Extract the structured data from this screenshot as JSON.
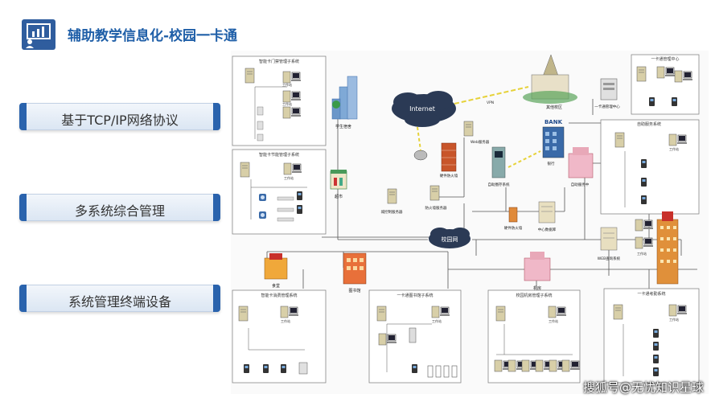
{
  "header": {
    "title": "辅助教学信息化-校园一卡通"
  },
  "features": [
    "基于TCP/IP网络协议",
    "多系统综合管理",
    "系统管理终端设备"
  ],
  "diagram": {
    "internet": "Internet",
    "campus_net": "校园网",
    "vpn": "VPN",
    "other_campus": "其他校区",
    "student_dorm": "学生宿舍",
    "supermarket": "超市",
    "canteen": "食堂",
    "library": "图书馆",
    "machine_room": "机房",
    "bank": "BANK",
    "bank_label": "银行",
    "web_server": "Web服务器",
    "firewall_h": "硬件防火墙",
    "city_server": "城控制服务器",
    "firewall_server": "防火墙服务器",
    "self_service_terminal": "自助圈存系统",
    "self_service_center": "自助服务中",
    "hw_firewall": "硬件防火墙",
    "data_center": "中心数据库",
    "mgmt_center_node": "一卡通管理中心",
    "web_query": "WEB查询系统",
    "workstation": "工作站",
    "subsystems": {
      "door": "智能卡门禁管理子系统",
      "water": "智能卡节能管理子系统",
      "consume": "智能卡消费管理系统",
      "library": "一卡通图书馆子系统",
      "lab": "校园机房管理子系统",
      "center": "一卡通管理中心",
      "self_service": "自助服务系统",
      "attendance": "一卡通考勤系统"
    }
  },
  "watermark": "搜狐号@无忧知识星球"
}
